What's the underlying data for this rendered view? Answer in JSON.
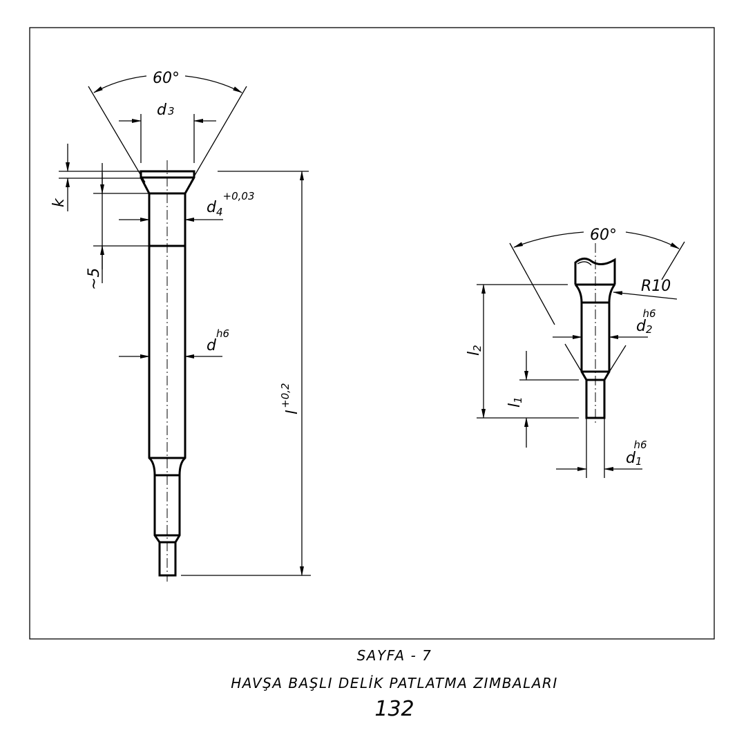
{
  "drawing": {
    "left_view": {
      "angle": "60°",
      "d3": {
        "main": "d",
        "sub": "3"
      },
      "k": "k",
      "approx5": "~5",
      "d4": {
        "main": "d",
        "sub": "4",
        "tol": "+0,03"
      },
      "d": {
        "main": "d",
        "tol": "h6"
      },
      "l": {
        "main": "l",
        "tol": "+0,2"
      }
    },
    "right_view": {
      "angle": "60°",
      "radius": "R10",
      "d2": {
        "main": "d",
        "sub": "2",
        "tol": "h6"
      },
      "l2": {
        "main": "l",
        "sub": "2"
      },
      "l1": {
        "main": "l",
        "sub": "1"
      },
      "d1": {
        "main": "d",
        "sub": "1",
        "tol": "h6"
      }
    }
  },
  "footer": {
    "page": "SAYFA - 7",
    "title": "HAVŞA BAŞLI DELİK PATLATMA ZIMBALARI",
    "number": "132"
  }
}
